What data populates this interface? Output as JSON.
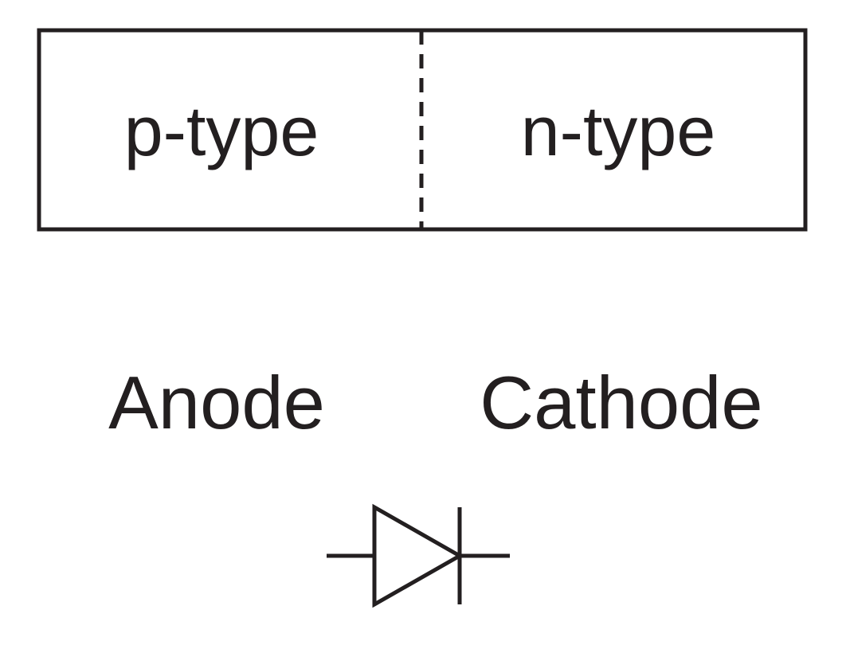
{
  "junction": {
    "p_region_label": "p-type",
    "n_region_label": "n-type"
  },
  "terminals": {
    "anode_label": "Anode",
    "cathode_label": "Cathode"
  },
  "symbol": {
    "name": "diode-symbol-icon"
  },
  "colors": {
    "stroke": "#231f20",
    "text": "#231f20",
    "background": "#ffffff"
  }
}
